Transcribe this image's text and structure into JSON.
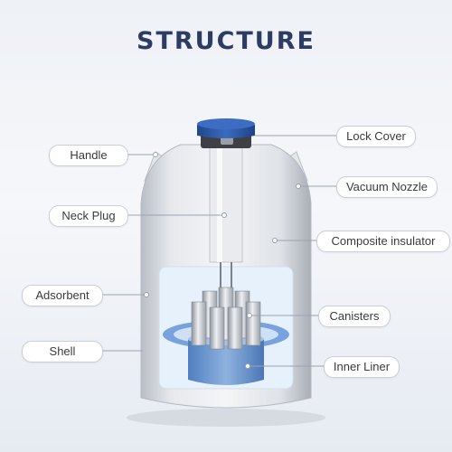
{
  "title": "STRUCTURE",
  "labels": {
    "lock_cover": "Lock Cover",
    "handle": "Handle",
    "vacuum_nozzle": "Vacuum Nozzle",
    "neck_plug": "Neck Plug",
    "composite_insulator": "Composite insulator",
    "adsorbent": "Adsorbent",
    "canisters": "Canisters",
    "shell": "Shell",
    "inner_liner": "Inner Liner"
  },
  "colors": {
    "title": "#2c3c63",
    "cap_blue": "#2f5aa8",
    "liner_blue": "#6d97cf",
    "shell_silver": "#d6dae0"
  }
}
